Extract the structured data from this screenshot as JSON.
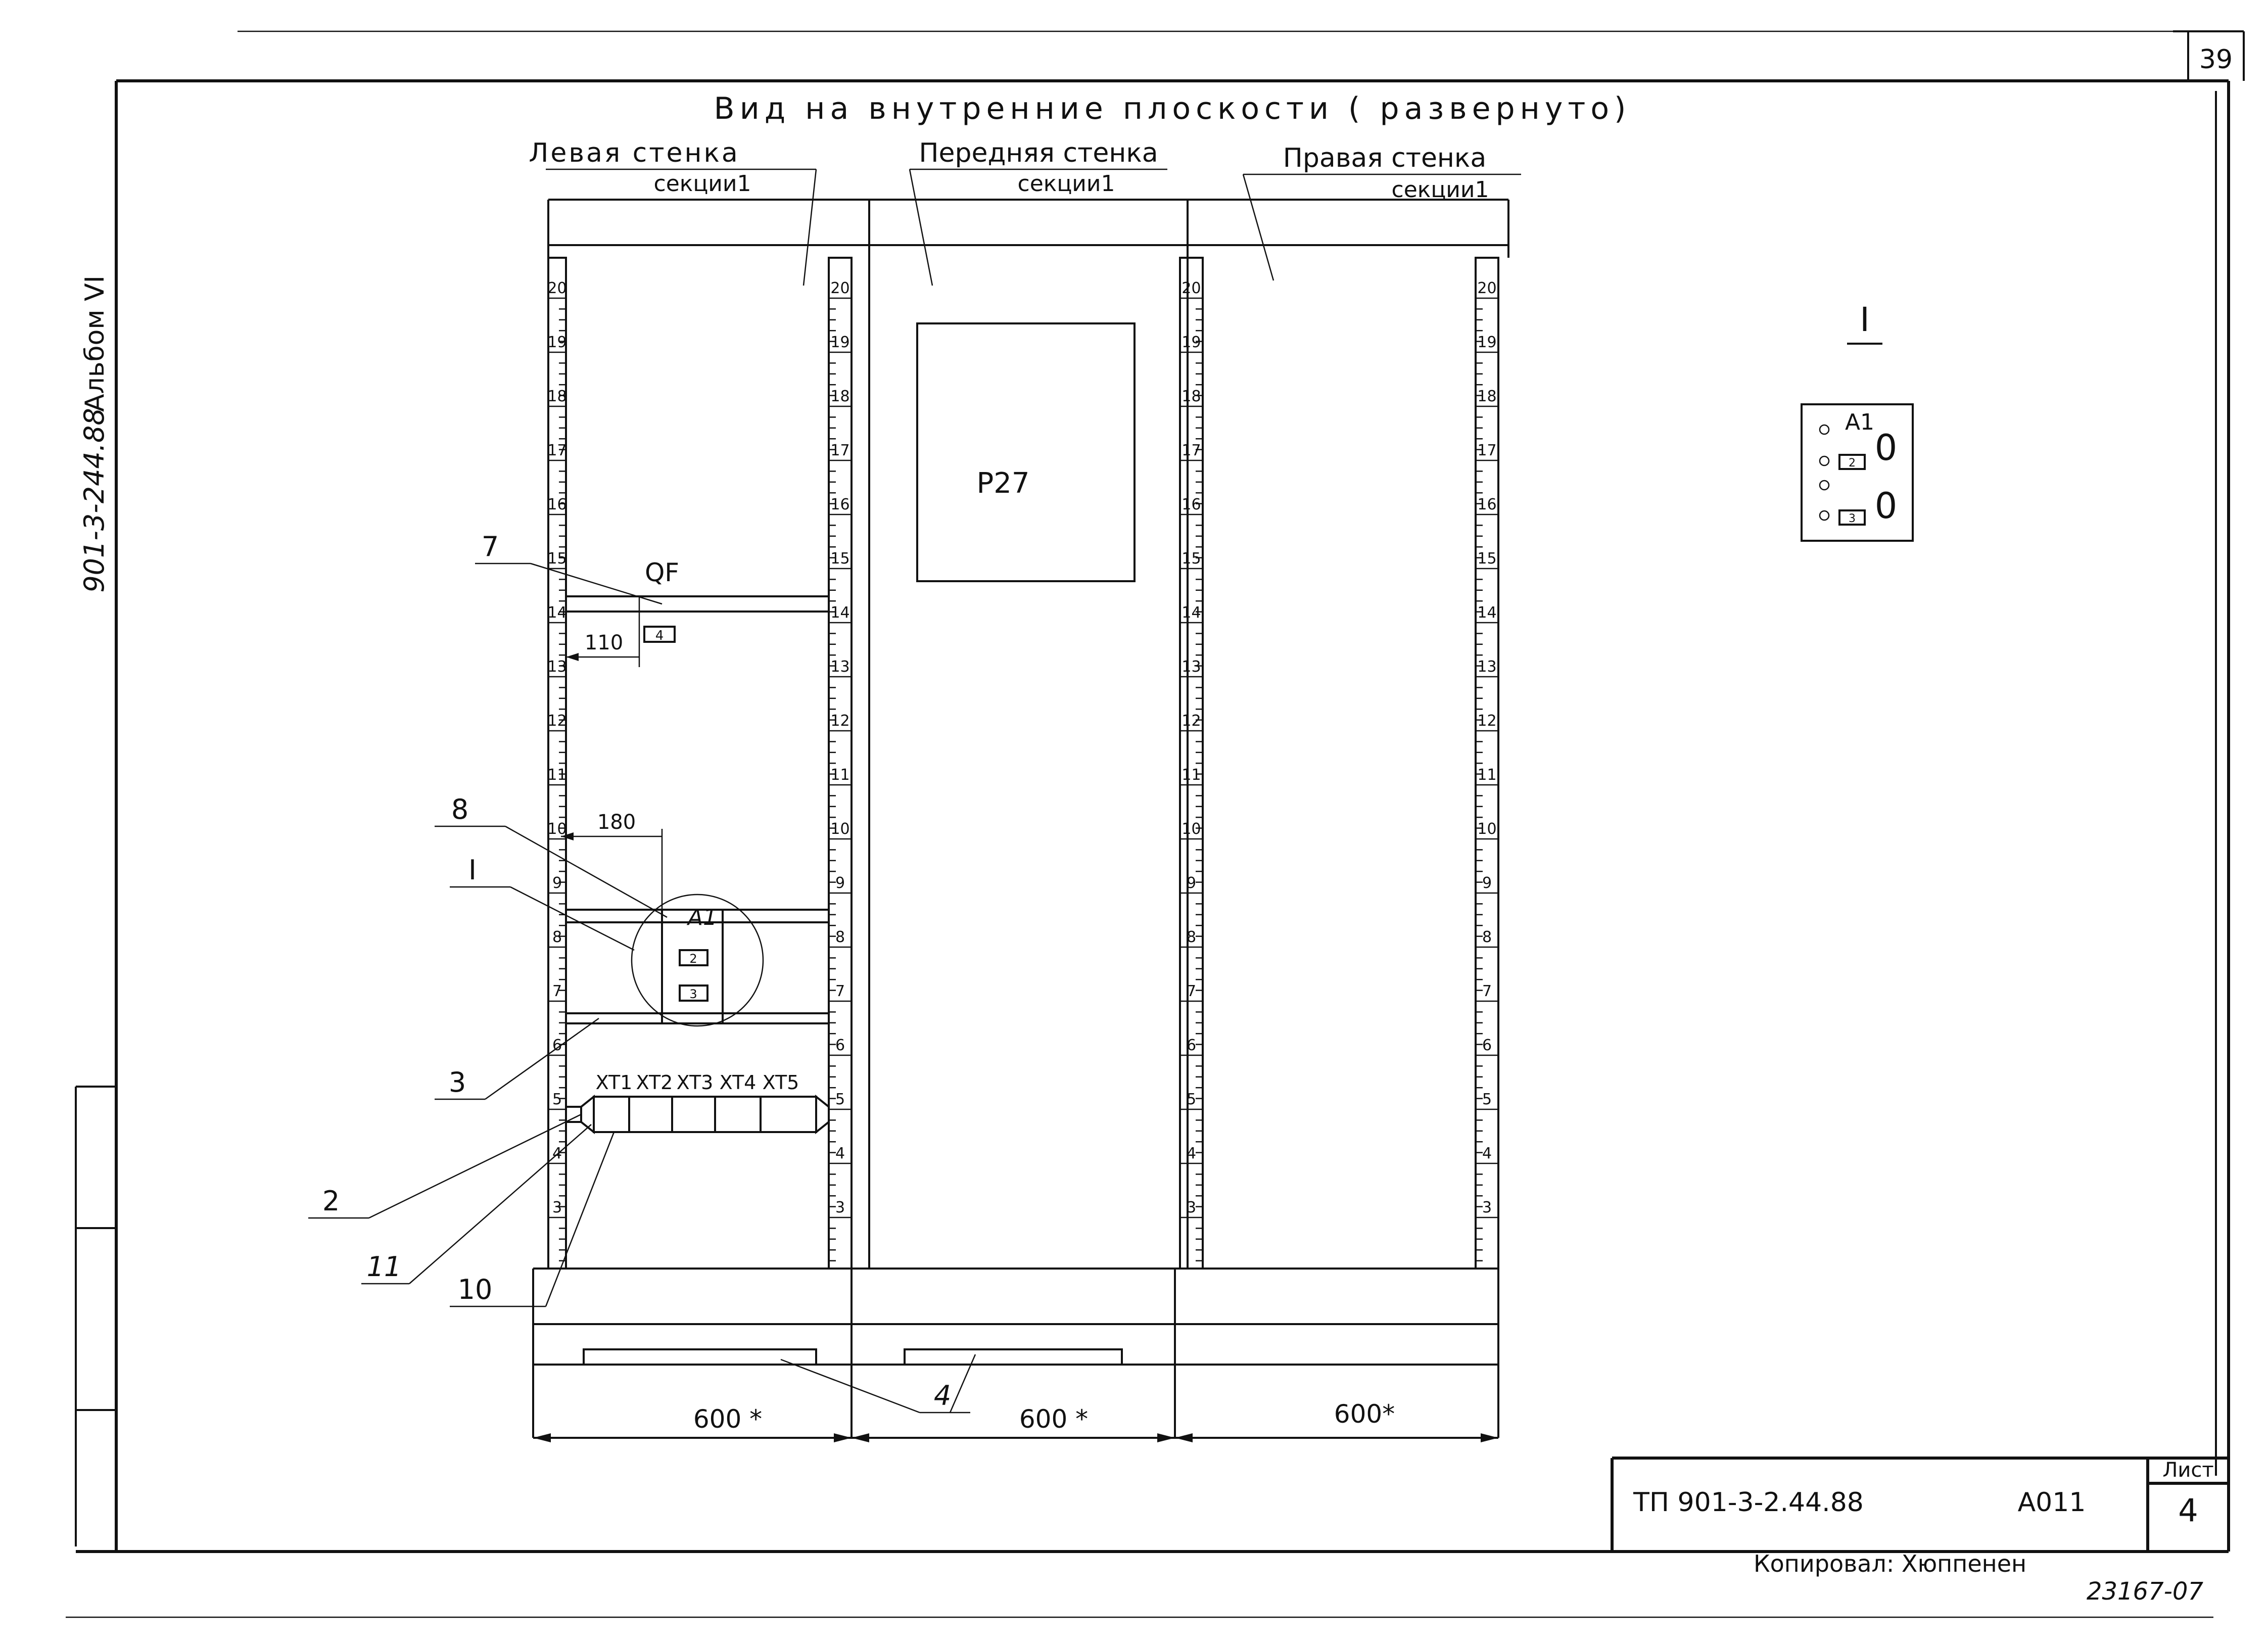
{
  "sheet_number": "39",
  "title": {
    "main": "Вид на внутренние плоскости ( развернуто)",
    "left_wall": "Левая стенка",
    "left_wall_sub": "секции1",
    "front_wall": "Передняя стенка",
    "front_wall_sub": "секции1",
    "right_wall": "Правая стенка",
    "right_wall_sub": "секции1"
  },
  "side_margin": {
    "album": "Альбом VI",
    "project_code": "901-3-244.88"
  },
  "rail_scale": [
    "20",
    "19",
    "18",
    "17",
    "16",
    "15",
    "14",
    "13",
    "12",
    "11",
    "10",
    "9",
    "8",
    "7",
    "6",
    "5",
    "4",
    "3"
  ],
  "components": {
    "relay_panel": "P27",
    "breaker": "QF",
    "breaker_box": "4",
    "module": "A1",
    "module_box_2": "2",
    "module_box_3": "3",
    "terminals": [
      "XT1",
      "XT2",
      "XT3",
      "XT4",
      "XT5"
    ]
  },
  "dimensions": {
    "dim_110": "110",
    "dim_180": "180",
    "width_left": "600 *",
    "width_mid": "600 *",
    "width_right": "600*"
  },
  "callouts": {
    "c7": "7",
    "c8": "8",
    "cI": "I",
    "c3": "3",
    "c2": "2",
    "c11": "11",
    "c10": "10",
    "c4": "4"
  },
  "detail": {
    "label": "I",
    "module": "A1",
    "box_2": "2",
    "box_3": "3",
    "zero_1": "0",
    "zero_2": "0"
  },
  "title_block": {
    "document": "ТП 901-3-2.44.88",
    "code": "А011",
    "sheet_label": "Лист",
    "sheet_value": "4"
  },
  "copied_by": "Копировал: Хюппенен",
  "archive_number": "23167-07"
}
